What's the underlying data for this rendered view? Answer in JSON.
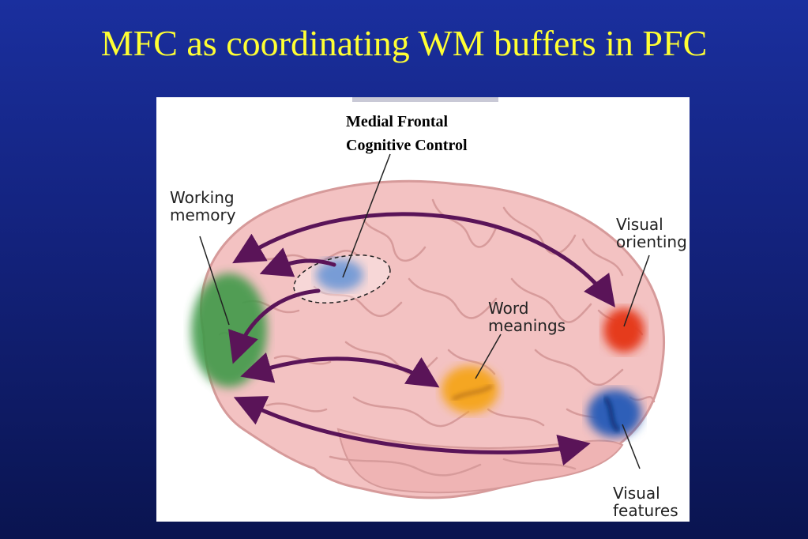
{
  "slide": {
    "title": "MFC as coordinating WM buffers in PFC"
  },
  "diagram": {
    "mfc_label": {
      "line1": "Medial Frontal",
      "line2": "Cognitive Control"
    },
    "labels": {
      "working_memory": {
        "line1": "Working",
        "line2": "memory"
      },
      "visual_orienting": {
        "line1": "Visual",
        "line2": "orienting"
      },
      "word_meanings": {
        "line1": "Word",
        "line2": "meanings"
      },
      "visual_features": {
        "line1": "Visual",
        "line2": "features"
      }
    },
    "colors": {
      "working_memory_region": "#3f9a4a",
      "medial_frontal_region": "#1f5fc0",
      "word_meanings_region": "#f5a623",
      "visual_orienting_region": "#e53a1e",
      "visual_features_region": "#2e5fb8",
      "arrows": "#5a1458",
      "brain": "#f3c2c2"
    }
  }
}
